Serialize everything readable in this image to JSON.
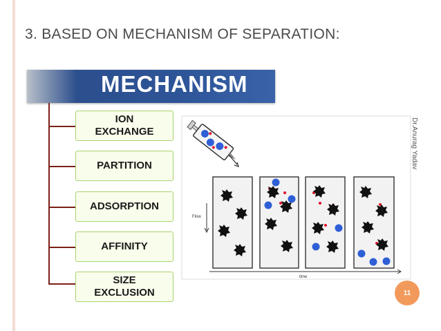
{
  "slide": {
    "title": "3. BASED ON MECHANISM OF SEPARATION:",
    "mechanism_header": "MECHANISM",
    "items": [
      {
        "label": "ION\nEXCHANGE"
      },
      {
        "label": "PARTITION"
      },
      {
        "label": "ADSORPTION"
      },
      {
        "label": "AFFINITY"
      },
      {
        "label": "SIZE\nEXCLUSION"
      }
    ],
    "watermark": "Dr.Anurag Yadav",
    "page_number": "11"
  },
  "figure": {
    "flow_label": "Flow",
    "time_label": "time"
  },
  "colors": {
    "header_blue": "#2d5497",
    "node_border": "#a8d36e",
    "node_fill": "#f9fdeb",
    "tree_line": "#7a1f16",
    "badge": "#f29a5c",
    "bead_blue": "#2f5fd6",
    "bead_red": "#e0102a"
  }
}
